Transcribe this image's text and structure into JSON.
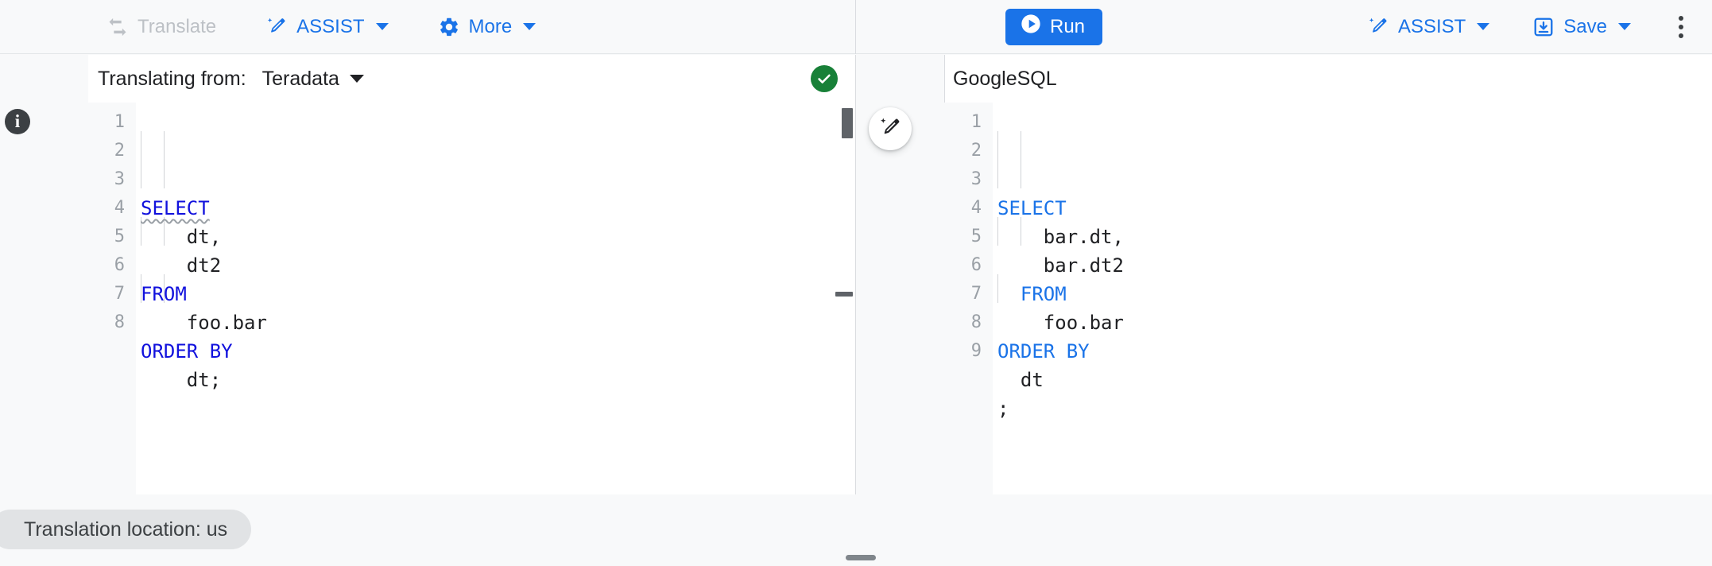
{
  "toolbar": {
    "left_buttons": [
      {
        "label": "Translate",
        "icon": "swap-horizontal-icon",
        "enabled": false,
        "has_menu": false
      },
      {
        "label": "ASSIST",
        "icon": "magic-pen-icon",
        "enabled": true,
        "has_menu": true
      },
      {
        "label": "More",
        "icon": "gear-icon",
        "enabled": true,
        "has_menu": true
      }
    ],
    "run_label": "Run",
    "run_icon": "play-circle-icon",
    "right_buttons": [
      {
        "label": "ASSIST",
        "icon": "magic-pen-icon",
        "has_menu": true
      },
      {
        "label": "Save",
        "icon": "save-download-icon",
        "has_menu": true
      }
    ],
    "overflow_icon": "more-vert-icon"
  },
  "source_panel": {
    "translating_from_label": "Translating from:",
    "dialect": "Teradata",
    "status_icon": "check-circle-icon",
    "status_color": "#188038",
    "info_icon": "info-icon",
    "line_numbers": [
      "1",
      "2",
      "3",
      "4",
      "5",
      "6",
      "7",
      "8"
    ],
    "code_lines": [
      {
        "indent": 0,
        "tokens": [
          {
            "t": "SELECT",
            "k": true,
            "squiggle": true
          }
        ]
      },
      {
        "indent": 2,
        "tokens": [
          {
            "t": "dt,",
            "k": false,
            "squiggle": false
          }
        ]
      },
      {
        "indent": 2,
        "tokens": [
          {
            "t": "dt2",
            "k": false,
            "squiggle": false
          }
        ]
      },
      {
        "indent": 0,
        "tokens": [
          {
            "t": "FROM",
            "k": true,
            "squiggle": false
          }
        ]
      },
      {
        "indent": 2,
        "tokens": [
          {
            "t": "foo.bar",
            "k": false,
            "squiggle": false
          }
        ]
      },
      {
        "indent": 0,
        "tokens": [
          {
            "t": "ORDER BY",
            "k": true,
            "squiggle": false
          }
        ]
      },
      {
        "indent": 2,
        "tokens": [
          {
            "t": "dt;",
            "k": false,
            "squiggle": false
          }
        ]
      },
      {
        "indent": 0,
        "tokens": []
      }
    ]
  },
  "target_panel": {
    "dialect": "GoogleSQL",
    "magic_edit_icon": "magic-pen-icon",
    "line_numbers": [
      "1",
      "2",
      "3",
      "4",
      "5",
      "6",
      "7",
      "8",
      "9"
    ],
    "code_lines": [
      {
        "indent": 0,
        "tokens": [
          {
            "t": "SELECT",
            "k": true
          }
        ]
      },
      {
        "indent": 2,
        "tokens": [
          {
            "t": "bar.dt,",
            "k": false
          }
        ]
      },
      {
        "indent": 2,
        "tokens": [
          {
            "t": "bar.dt2",
            "k": false
          }
        ]
      },
      {
        "indent": 1,
        "tokens": [
          {
            "t": "FROM",
            "k": true
          }
        ]
      },
      {
        "indent": 2,
        "tokens": [
          {
            "t": "foo.bar",
            "k": false
          }
        ]
      },
      {
        "indent": 0,
        "tokens": [
          {
            "t": "ORDER BY",
            "k": true
          }
        ]
      },
      {
        "indent": 1,
        "tokens": [
          {
            "t": "dt",
            "k": false
          }
        ]
      },
      {
        "indent": 0,
        "tokens": [
          {
            "t": ";",
            "k": false
          }
        ]
      },
      {
        "indent": 0,
        "tokens": []
      }
    ]
  },
  "footer": {
    "location_chip": "Translation location: us"
  },
  "colors": {
    "accent": "#1a73e8",
    "success": "#188038",
    "disabled": "#bdc1c6",
    "keyword_source": "#1111dd",
    "keyword_target": "#1a73e8",
    "surface": "#f8f9fa",
    "panel": "#ffffff"
  }
}
